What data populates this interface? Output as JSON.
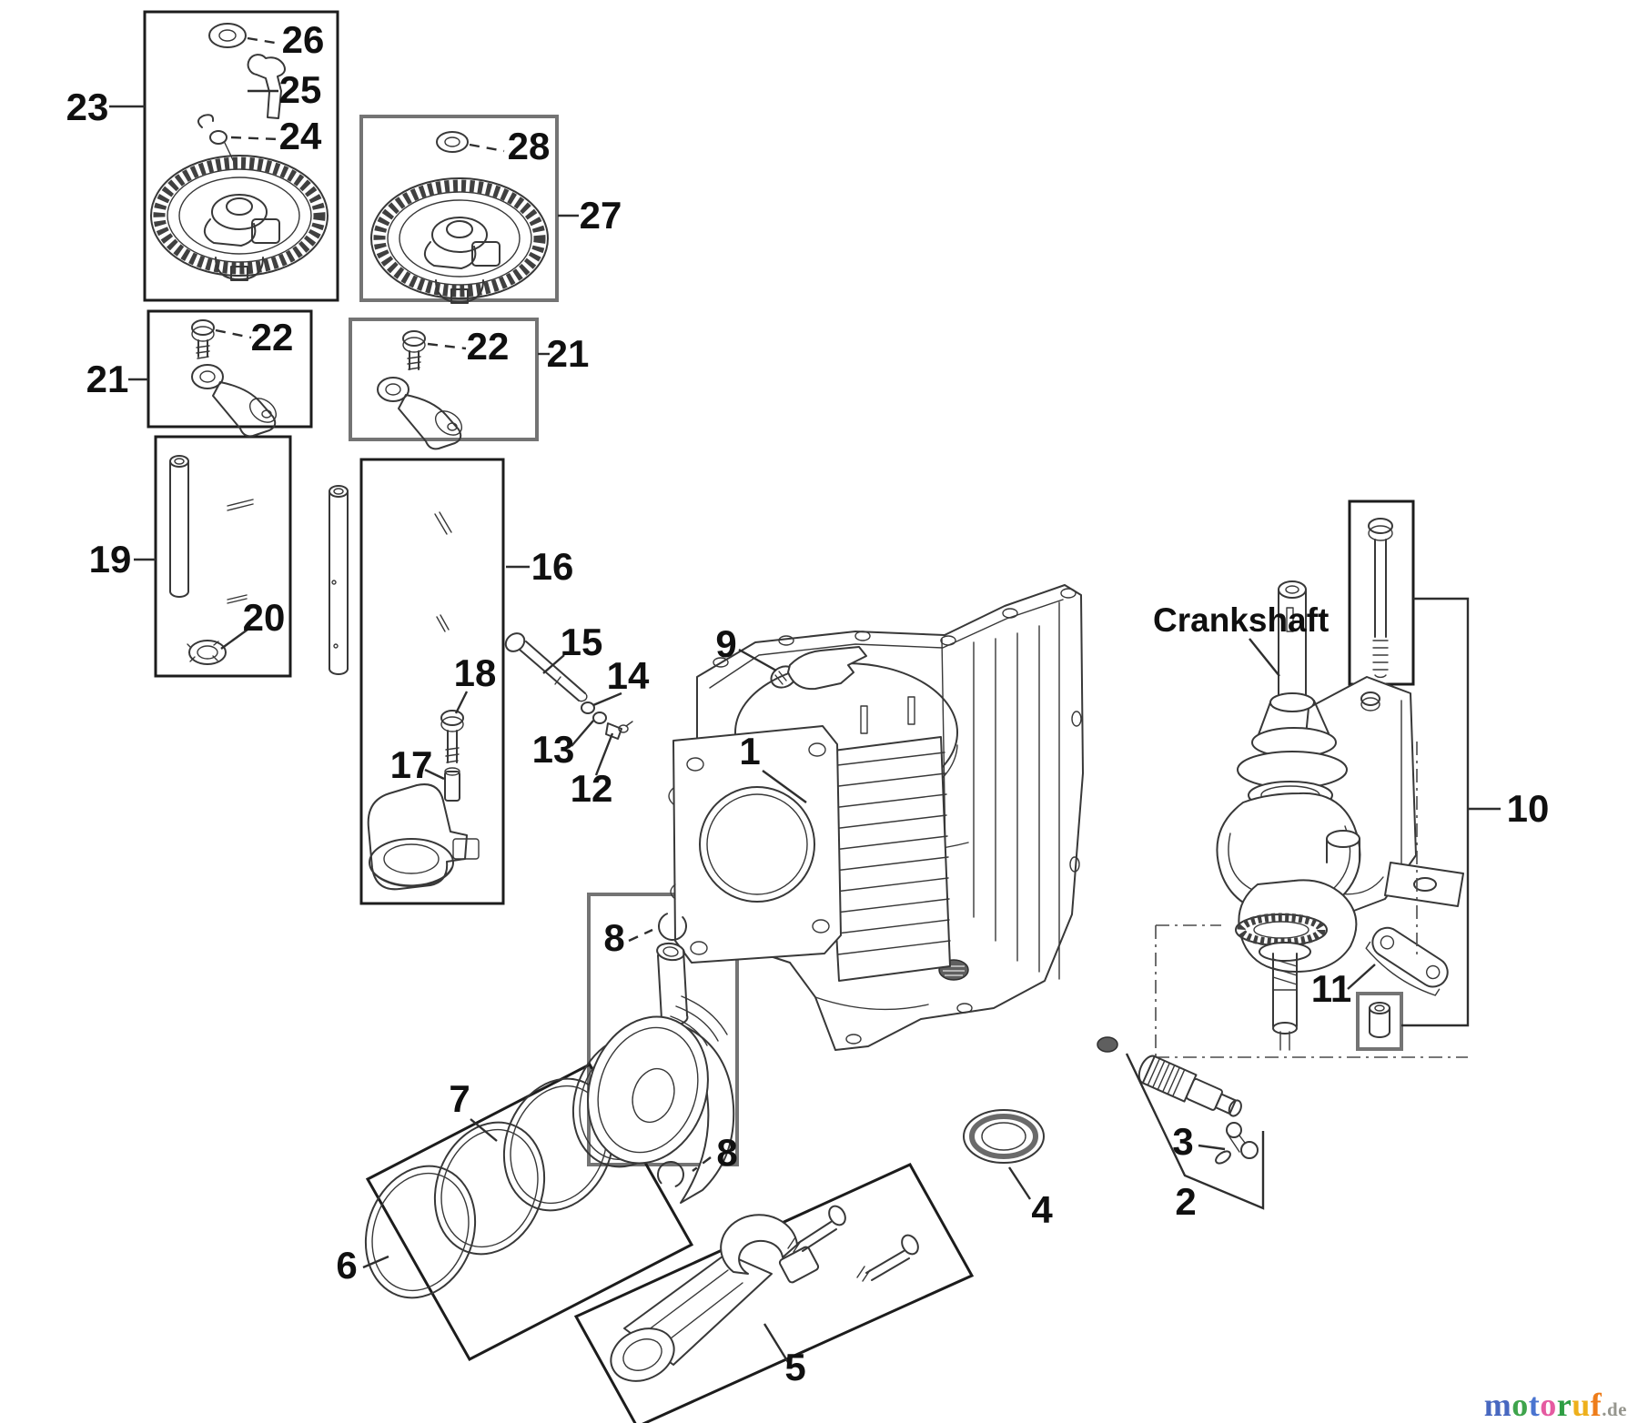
{
  "diagram": {
    "crankshaft_label": "Crankshaft",
    "callouts": [
      {
        "ref": "callout-26",
        "part": "26"
      },
      {
        "ref": "callout-25",
        "part": "25"
      },
      {
        "ref": "callout-24",
        "part": "24"
      },
      {
        "ref": "callout-23",
        "part": "23"
      },
      {
        "ref": "callout-28",
        "part": "28"
      },
      {
        "ref": "callout-27",
        "part": "27"
      },
      {
        "ref": "callout-22-left",
        "part": "22"
      },
      {
        "ref": "callout-21-left",
        "part": "21"
      },
      {
        "ref": "callout-22-right",
        "part": "22"
      },
      {
        "ref": "callout-21-right",
        "part": "21"
      },
      {
        "ref": "callout-19",
        "part": "19"
      },
      {
        "ref": "callout-20",
        "part": "20"
      },
      {
        "ref": "callout-16",
        "part": "16"
      },
      {
        "ref": "callout-18",
        "part": "18"
      },
      {
        "ref": "callout-17",
        "part": "17"
      },
      {
        "ref": "callout-15",
        "part": "15"
      },
      {
        "ref": "callout-14",
        "part": "14"
      },
      {
        "ref": "callout-13",
        "part": "13"
      },
      {
        "ref": "callout-12",
        "part": "12"
      },
      {
        "ref": "callout-9",
        "part": "9"
      },
      {
        "ref": "callout-1",
        "part": "1"
      },
      {
        "ref": "callout-10",
        "part": "10"
      },
      {
        "ref": "callout-11",
        "part": "11"
      },
      {
        "ref": "callout-8-top",
        "part": "8"
      },
      {
        "ref": "callout-8-bottom",
        "part": "8"
      },
      {
        "ref": "callout-7",
        "part": "7"
      },
      {
        "ref": "callout-6",
        "part": "6"
      },
      {
        "ref": "callout-5",
        "part": "5"
      },
      {
        "ref": "callout-4",
        "part": "4"
      },
      {
        "ref": "callout-3",
        "part": "3"
      },
      {
        "ref": "callout-2",
        "part": "2"
      }
    ]
  },
  "colors": {
    "line": "#383838",
    "box_black": "#1c1c1c",
    "box_gray": "#747474",
    "label": "#101010"
  },
  "watermark": {
    "brand_letters": [
      {
        "ch": "m",
        "color": "#4868c0"
      },
      {
        "ch": "o",
        "color": "#3ea44c"
      },
      {
        "ch": "t",
        "color": "#4a74d0"
      },
      {
        "ch": "o",
        "color": "#e55ba1"
      },
      {
        "ch": "r",
        "color": "#2e9e44"
      },
      {
        "ch": "u",
        "color": "#eeb01c"
      },
      {
        "ch": "f",
        "color": "#ee7d1a"
      }
    ],
    "suffix": ".de",
    "suffix_color": "#96968e"
  }
}
